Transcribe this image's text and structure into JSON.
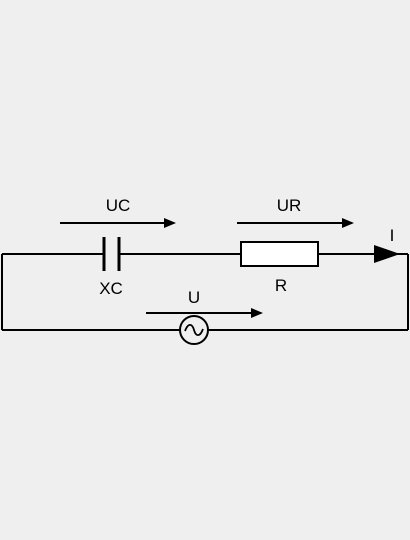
{
  "diagram": {
    "labels": {
      "capacitor_voltage": "UC",
      "resistor_voltage": "UR",
      "current": "I",
      "capacitor": "XC",
      "resistor": "R",
      "source_voltage": "U"
    },
    "source_icon": "ac-sine-source-icon",
    "colors": {
      "background": "#efefef",
      "stroke": "#000000",
      "resistor_fill": "#ffffff"
    }
  }
}
